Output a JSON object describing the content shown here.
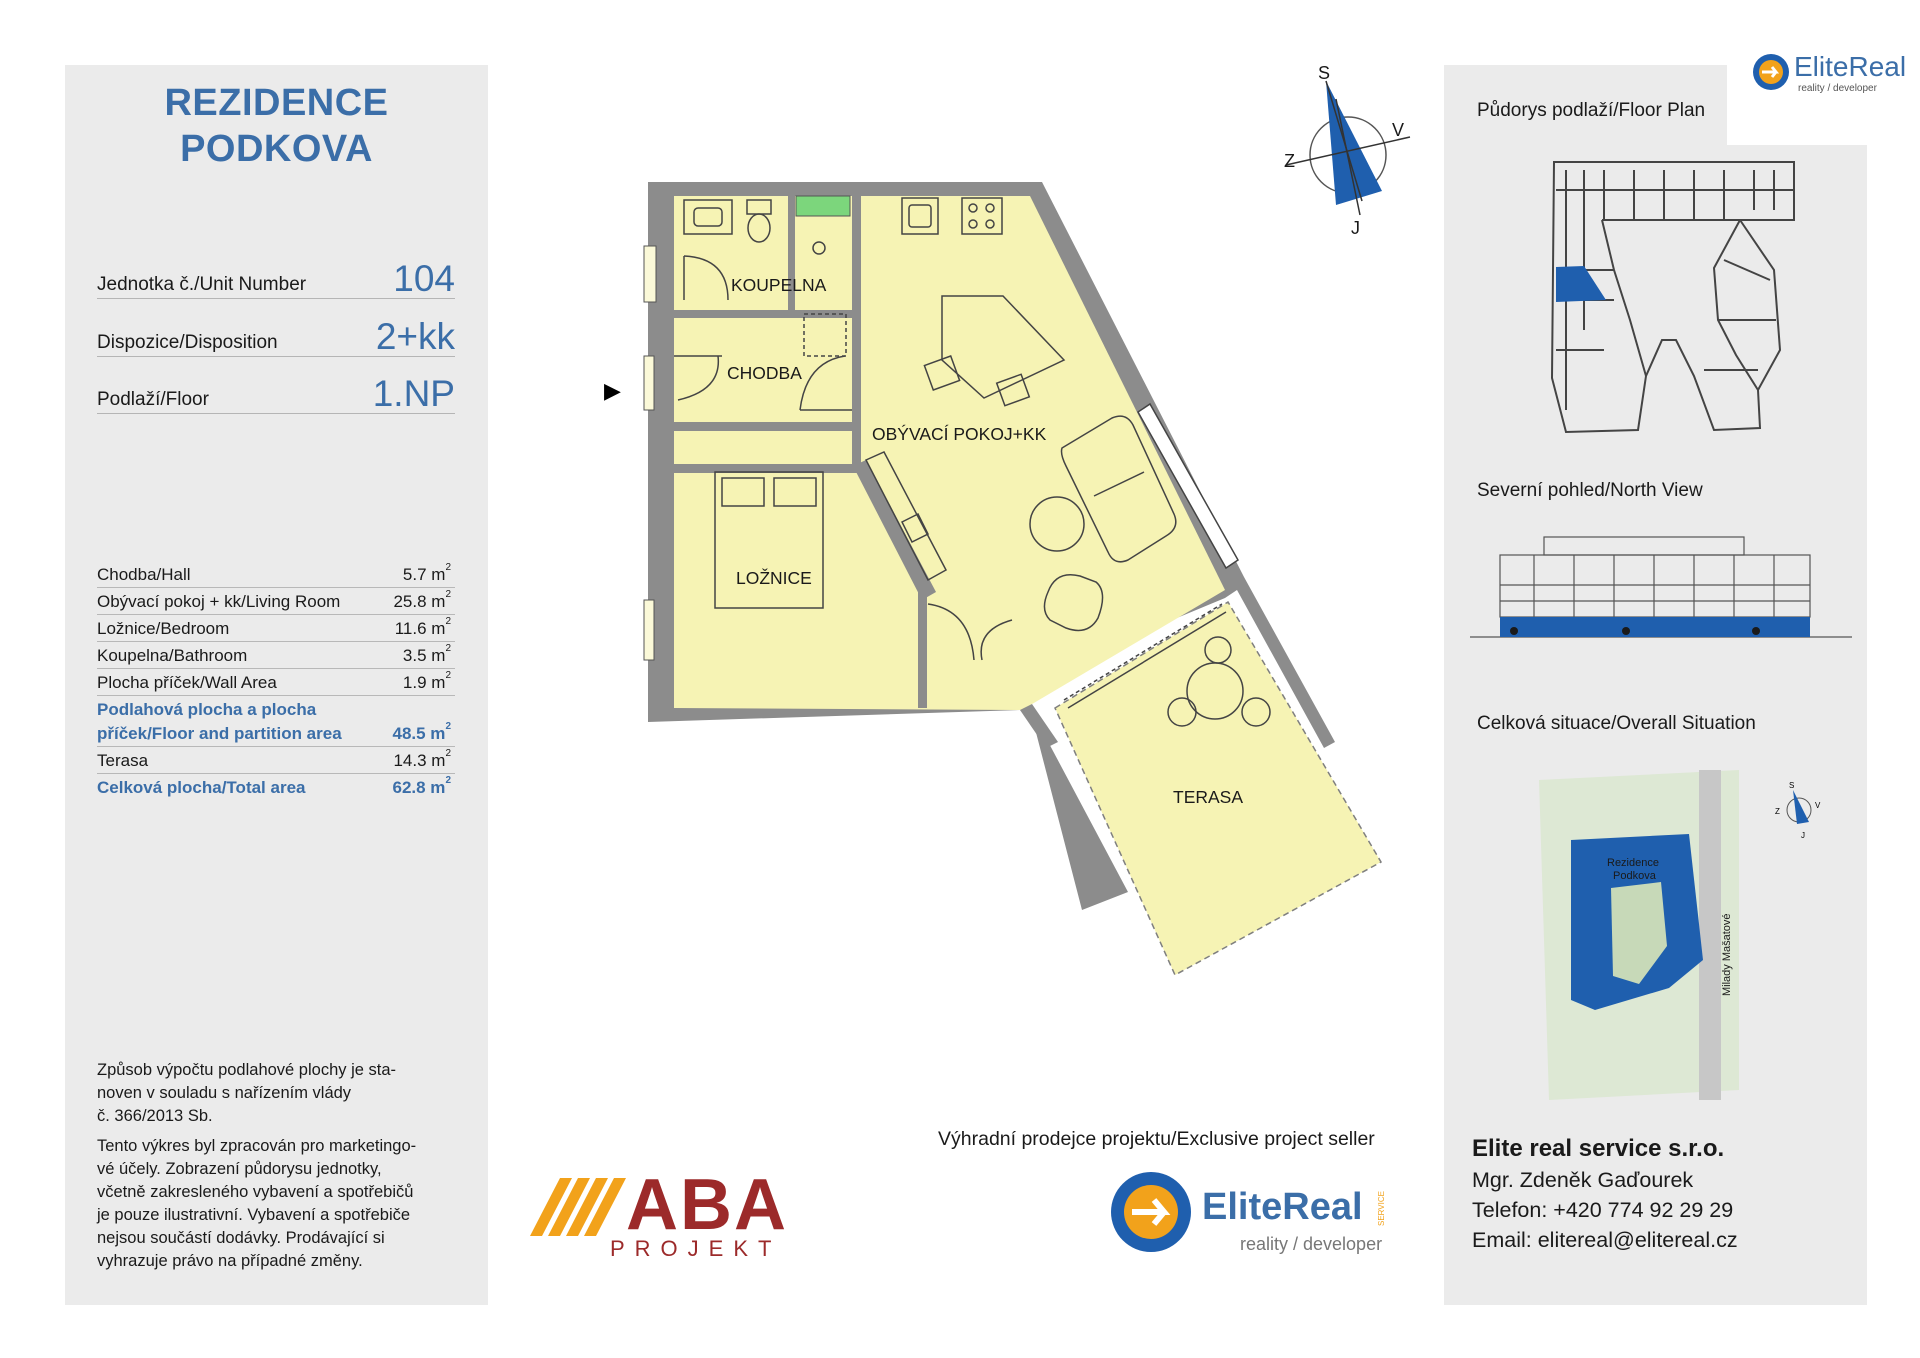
{
  "header": {
    "title_line1": "REZIDENCE",
    "title_line2": "PODKOVA"
  },
  "unit_info": [
    {
      "label": "Jednotka č./Unit Number",
      "value": "104"
    },
    {
      "label": "Dispozice/Disposition",
      "value": "2+kk"
    },
    {
      "label": "Podlaží/Floor",
      "value": "1.NP"
    }
  ],
  "areas": [
    {
      "label": "Chodba/Hall",
      "value": "5.7 m",
      "unit_sup": "2"
    },
    {
      "label": "Obývací pokoj + kk/Living Room",
      "value": "25.8 m",
      "unit_sup": "2"
    },
    {
      "label": "Ložnice/Bedroom",
      "value": "11.6 m",
      "unit_sup": "2"
    },
    {
      "label": "Koupelna/Bathroom",
      "value": "3.5 m",
      "unit_sup": "2"
    },
    {
      "label": "Plocha příček/Wall Area",
      "value": "1.9 m",
      "unit_sup": "2"
    }
  ],
  "floor_area": {
    "label_line1": "Podlahová plocha a plocha",
    "label_line2": "příček/Floor and partition area",
    "value": "48.5 m",
    "unit_sup": "2"
  },
  "terrace": {
    "label": "Terasa",
    "value": "14.3 m",
    "unit_sup": "2"
  },
  "total": {
    "label": "Celková plocha/Total area",
    "value": "62.8 m",
    "unit_sup": "2"
  },
  "notes": {
    "note1": [
      "Způsob výpočtu podlahové plochy je sta-",
      "noven v souladu s nařízením vlády",
      "č. 366/2013 Sb."
    ],
    "note2": [
      "Tento výkres byl zpracován pro marketingo-",
      "vé účely. Zobrazení půdorysu jednotky,",
      "včetně zakresleného vybavení a spotřebičů",
      "je pouze ilustrativní. Vybavení a spotřebiče",
      "nejsou součástí dodávky. Prodávající si",
      "vyhrazuje právo na případné změny."
    ]
  },
  "plan": {
    "rooms": {
      "bathroom": "KOUPELNA",
      "hall": "CHODBA",
      "living": "OBÝVACÍ POKOJ+KK",
      "bedroom": "LOŽNICE",
      "terrace": "TERASA"
    },
    "compass": {
      "n": "S",
      "e": "V",
      "s": "J",
      "w": "Z"
    },
    "entrance_marker": "▶"
  },
  "right_panel": {
    "floor_plan_title": "Půdorys podlaží/Floor Plan",
    "north_view_title": "Severní pohled/North View",
    "situation_title": "Celková situace/Overall Situation",
    "situation_building": [
      "Rezidence",
      "Podkova"
    ],
    "situation_street": "Milady Mašatové",
    "situation_compass": {
      "n": "S",
      "e": "V",
      "s": "J",
      "w": "Z"
    }
  },
  "logos": {
    "top_brand": "EliteReal",
    "top_tagline": "reality / developer",
    "aba_main": "ABA",
    "aba_sub": "PROJEKT",
    "seller_brand": "EliteReal",
    "seller_tagline": "reality / developer",
    "seller_small": "SERVICE"
  },
  "seller": {
    "label": "Výhradní prodejce projektu/Exclusive project seller"
  },
  "company": {
    "name": "Elite real service s.r.o.",
    "person": "Mgr. Zdeněk Gaďourek",
    "phone": "Telefon: +420 774 92 29 29",
    "email": "Email: elitereal@elitereal.cz"
  },
  "colors": {
    "accent": "#3b6ea8",
    "room_fill": "#f6f3b4",
    "wall": "#8c8c8c",
    "highlight": "#1f5fae",
    "aba_red": "#9c2a2a",
    "aba_orange": "#f2a21b"
  }
}
